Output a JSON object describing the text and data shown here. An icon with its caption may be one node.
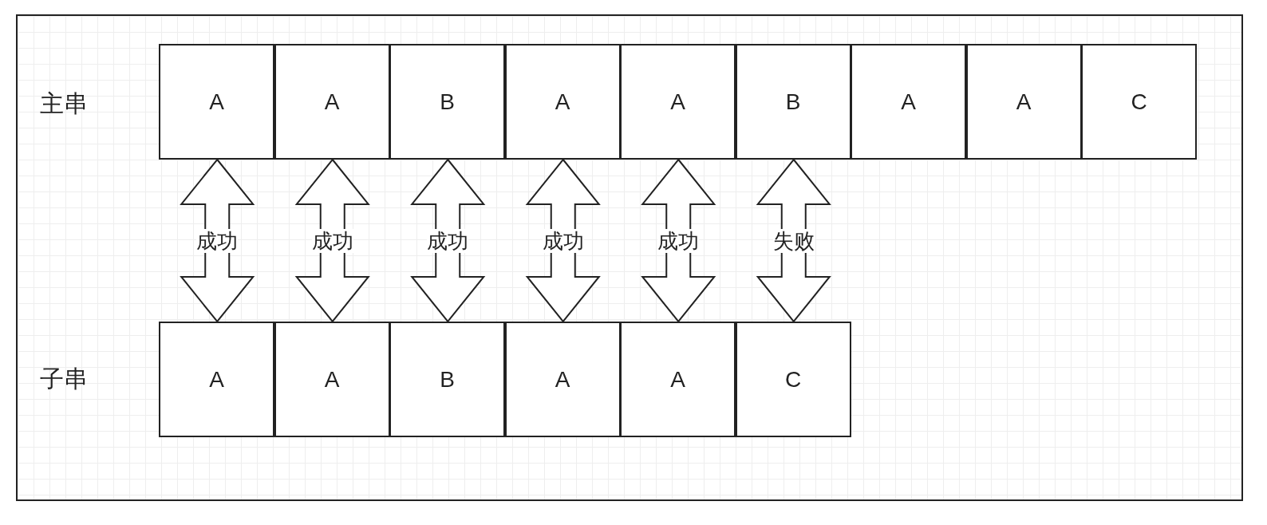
{
  "diagram": {
    "nodes": [
      {
        "text": [
          "A"
        ]
      },
      {
        "text": [
          "A"
        ]
      },
      {
        "text": [
          "B"
        ]
      },
      {
        "text": [
          "A"
        ]
      },
      {
        "text": [
          "A"
        ]
      },
      {
        "text": [
          "B"
        ]
      },
      {
        "text": [
          "A"
        ]
      },
      {
        "text": [
          "A"
        ]
      },
      {
        "text": [
          "C"
        ]
      },
      {
        "text": [
          "A"
        ]
      },
      {
        "text": [
          "A"
        ]
      },
      {
        "text": [
          "B"
        ]
      },
      {
        "text": [
          "A"
        ]
      },
      {
        "text": [
          "A"
        ]
      },
      {
        "text": [
          "C"
        ]
      }
    ],
    "edges": [
      {
        "from": 0,
        "to": 9,
        "arrow": "both",
        "label": "成功"
      },
      {
        "from": 1,
        "to": 10,
        "arrow": "both",
        "label": "成功"
      },
      {
        "from": 2,
        "to": 11,
        "arrow": "both",
        "label": "成功"
      },
      {
        "from": 3,
        "to": 12,
        "arrow": "both",
        "label": "成功"
      },
      {
        "from": 4,
        "to": 13,
        "arrow": "both",
        "label": "成功"
      },
      {
        "from": 5,
        "to": 14,
        "arrow": "both",
        "label": "失败"
      }
    ],
    "labels": [
      "主串",
      "子串"
    ]
  }
}
